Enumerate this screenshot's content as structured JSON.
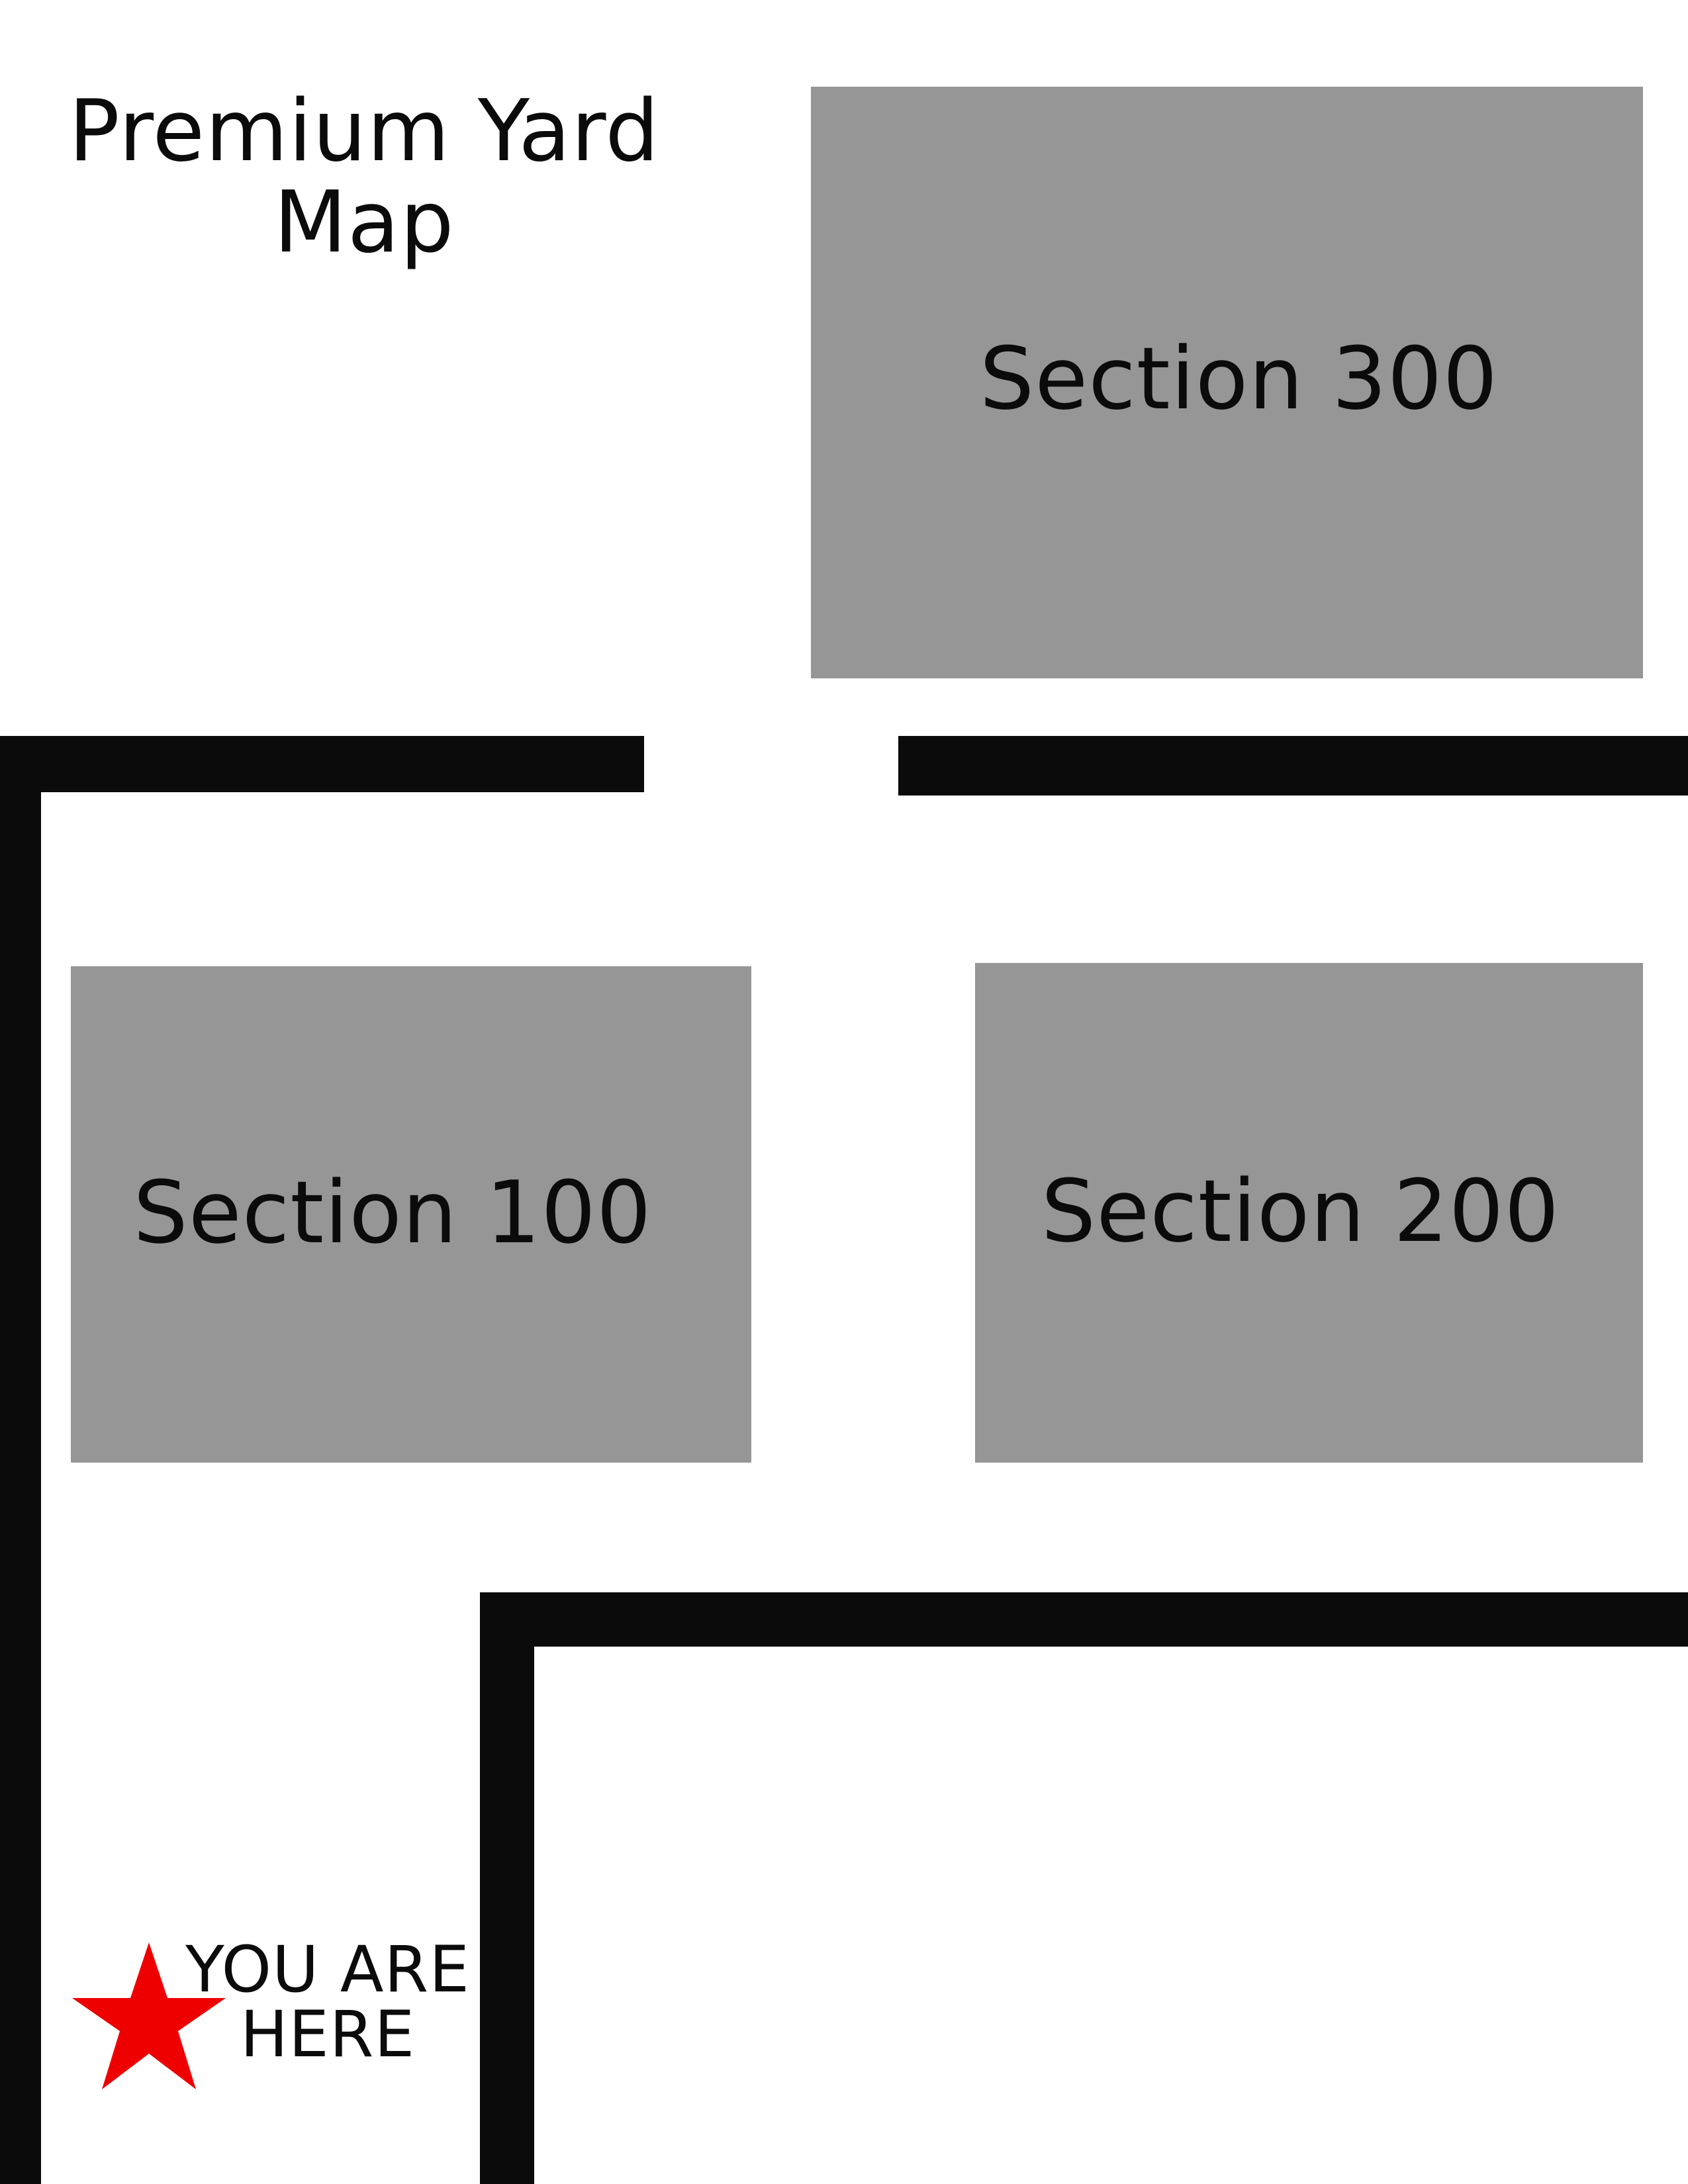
{
  "map": {
    "title": "Premium Yard Map",
    "sections": [
      {
        "label": "Section 300"
      },
      {
        "label": "Section 100"
      },
      {
        "label": "Section 200"
      }
    ],
    "you_are_here": {
      "label_line1": "YOU ARE",
      "label_line2": "HERE",
      "marker_icon": "star-icon"
    }
  },
  "colors": {
    "section_fill": "#969696",
    "wall": "#0b0b0b",
    "marker": "#ee0000",
    "background": "#ffffff"
  }
}
